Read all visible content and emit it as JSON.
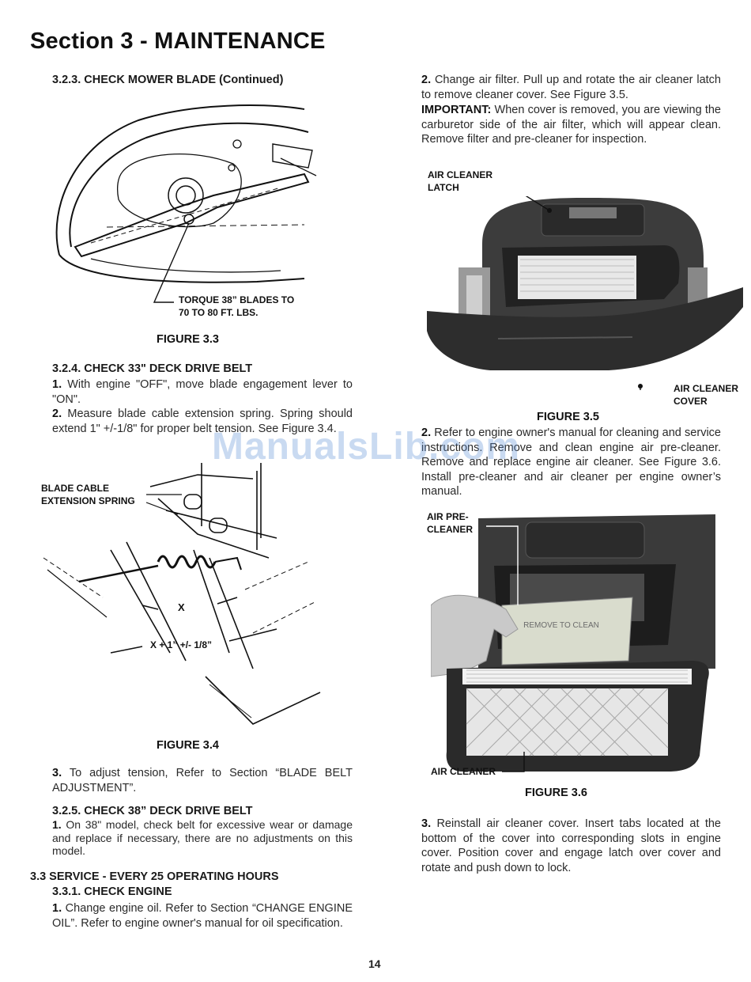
{
  "section_title": "Section 3 - MAINTENANCE",
  "left": {
    "s323_heading": "3.2.3.  CHECK MOWER BLADE (Continued)",
    "fig33_label_line1": "TORQUE 38” BLADES TO",
    "fig33_label_line2": "70 TO 80 FT. LBS.",
    "fig33_caption": "FIGURE 3.3",
    "s324_heading": "3.2.4.    CHECK 33\" DECK DRIVE BELT",
    "s324_p1_num": "1.",
    "s324_p1_text": " With engine \"OFF\", move blade engagement lever to \"ON\".",
    "s324_p2_num": "2.",
    "s324_p2_text": " Measure blade cable extension spring. Spring should extend 1\" +/-1/8\" for proper belt tension. See Figure 3.4.",
    "fig34_label_line1": "BLADE CABLE",
    "fig34_label_line2": "EXTENSION SPRING",
    "fig34_x": "X",
    "fig34_dim": "X + 1” +/- 1/8”",
    "fig34_caption": "FIGURE 3.4",
    "s324_p3_num": "3.",
    "s324_p3_text": " To adjust tension, Refer to Section “BLADE BELT ADJUSTMENT”.",
    "s325_heading": "3.2.5.    CHECK 38” DECK DRIVE BELT",
    "s325_p1_num": "1.",
    "s325_p1_text": " On 38\" model, check belt for excessive wear or damage and replace if necessary, there are no adjustments on this model.",
    "s33_heading": "3.3    SERVICE - EVERY 25 OPERATING HOURS",
    "s331_heading": "3.3.1.    CHECK ENGINE",
    "s331_p1_num": "1.",
    "s331_p1_text": " Change engine oil. Refer to Section “CHANGE ENGINE OIL”. Refer to engine owner's manual for oil specification."
  },
  "right": {
    "p2_num": "2.",
    "p2_text": " Change air filter. Pull up and rotate the air cleaner latch to remove cleaner cover. See Figure 3.5.",
    "important_label": "IMPORTANT:",
    "important_text": " When cover is removed, you are viewing the carburetor side of the air filter, which will appear clean. Remove filter and pre-cleaner for inspection.",
    "fig35_latch_line1": "AIR CLEANER",
    "fig35_latch_line2": "LATCH",
    "fig35_cover_line1": "AIR CLEANER",
    "fig35_cover_line2": "COVER",
    "fig35_caption": "FIGURE 3.5",
    "p2b_num": "2.",
    "p2b_text": " Refer to engine owner's manual for cleaning and service instructions. Remove and clean engine air pre-cleaner. Remove and replace engine air cleaner. See Figure 3.6. Install pre-cleaner and air cleaner per engine owner’s manual.",
    "fig36_pre_line1": "AIR PRE-",
    "fig36_pre_line2": "CLEANER",
    "fig36_stamp_line1": "REMOVE TO CLEAN",
    "fig36_aircleaner": "AIR CLEANER",
    "fig36_caption": "FIGURE 3.6",
    "p3_num": "3.",
    "p3_text": " Reinstall air cleaner cover. Insert tabs located at the bottom of the cover into corresponding slots in engine cover. Position cover and engage latch over cover and rotate and push down to lock."
  },
  "watermark": "ManualsLib.com",
  "page_number": "14"
}
